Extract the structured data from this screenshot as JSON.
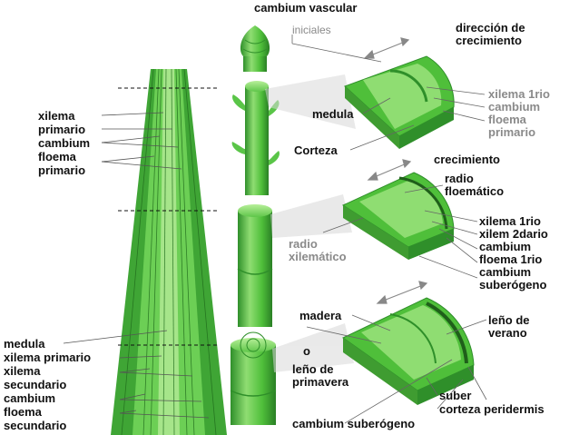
{
  "colors": {
    "green_light": "#8fdd72",
    "green_mid": "#4fbf3a",
    "green_dark": "#2f8f2a",
    "text_gray": "#8a8a8a"
  },
  "top": {
    "cambium_vascular": "cambium vascular",
    "iniciales": "iniciales",
    "direccion": "dirección de\ncrecimiento"
  },
  "trunk_left": {
    "xilema": "xilema",
    "primario1": "primario",
    "cambium": "cambium",
    "floema": "floema",
    "primario2": "primario"
  },
  "trunk_bottom": {
    "medula": "medula",
    "xilema_primario": "xilema primario",
    "xilema": "xilema",
    "secundario1": "secundario",
    "cambium": "cambium",
    "floema": "floema",
    "secundario2": "secundario"
  },
  "block1": {
    "medula": "medula",
    "corteza": "Corteza",
    "right": "xilema 1rio\ncambium\nfloema\nprimario"
  },
  "block2": {
    "crecimiento": "crecimiento",
    "radio_floem": "radio\nfloemático",
    "radio_xilem": "radio\nxilemático",
    "right": "xilema 1rio\nxilem 2dario\ncambium\nfloema 1rio\ncambium\nsuberógeno"
  },
  "block3": {
    "madera": "madera",
    "o": "o",
    "leno_prim": "leño de\nprimavera",
    "leno_ver": "leño de\nverano",
    "suber": "suber",
    "corteza_peri": "corteza peridermis",
    "cambium_sub": "cambium suberógeno"
  }
}
